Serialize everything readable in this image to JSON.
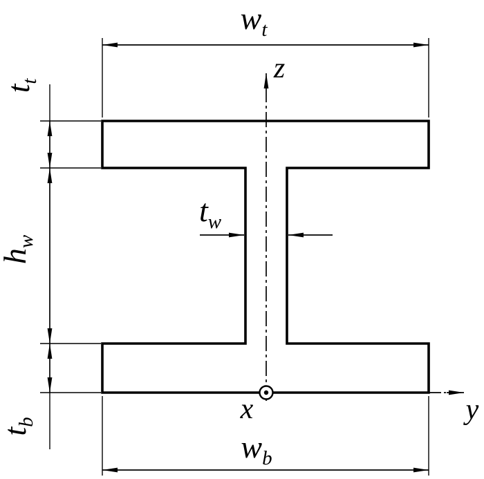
{
  "figure": {
    "colors": {
      "line": "#000000",
      "background": "#ffffff"
    },
    "labels": {
      "top_flange_width": {
        "main": "w",
        "sub": "t"
      },
      "bottom_flange_width": {
        "main": "w",
        "sub": "b"
      },
      "top_flange_thickness": {
        "main": "t",
        "sub": "t"
      },
      "bottom_flange_thickness": {
        "main": "t",
        "sub": "b"
      },
      "web_height": {
        "main": "h",
        "sub": "w"
      },
      "web_thickness": {
        "main": "t",
        "sub": "w"
      },
      "axis_z": "z",
      "axis_y": "y",
      "axis_x": "x"
    }
  }
}
